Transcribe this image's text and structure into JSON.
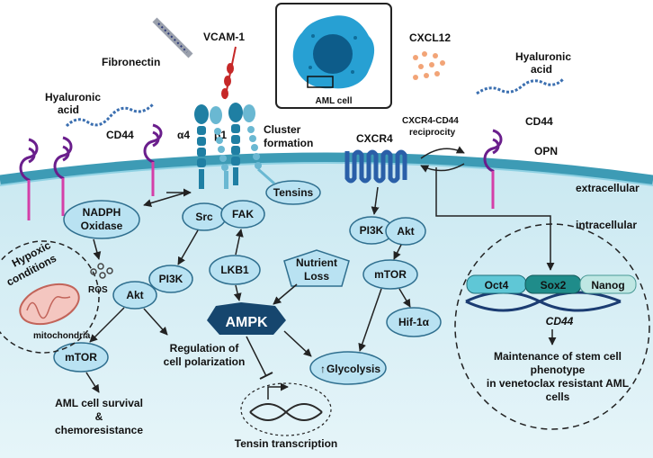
{
  "cell_inset": {
    "label": "AML cell"
  },
  "extracellular": {
    "fibronectin": "Fibronectin",
    "vcam1": "VCAM-1",
    "cxcl12": "CXCL12",
    "hyaluronic_left_1": "Hyaluronic",
    "hyaluronic_left_2": "acid",
    "hyaluronic_right_1": "Hyaluronic",
    "hyaluronic_right_2": "acid",
    "cd44_left": "CD44",
    "cd44_right": "CD44",
    "alpha4": "α4",
    "beta1": "β1",
    "cluster_1": "Cluster",
    "cluster_2": "formation",
    "cxcr4": "CXCR4",
    "reciprocity_1": "CXCR4-CD44",
    "reciprocity_2": "reciprocity",
    "opn": "OPN",
    "region_extracellular": "extracellular"
  },
  "intracellular": {
    "region_intracellular": "intracellular",
    "tensins": "Tensins",
    "nadph_1": "NADPH",
    "nadph_2": "Oxidase",
    "src": "Src",
    "fak": "FAK",
    "pi3k_left": "PI3K",
    "akt_left": "Akt",
    "mtor_left": "mTOR",
    "lkb1": "LKB1",
    "nutrient_1": "Nutrient",
    "nutrient_2": "Loss",
    "ampk": "AMPK",
    "pi3k_right": "PI3K",
    "akt_right": "Akt",
    "mtor_right": "mTOR",
    "hif": "Hif-1α",
    "glycolysis": "Glycolysis",
    "glycolysis_arrow": "↑",
    "hypoxic_1": "Hypoxic",
    "hypoxic_2": "conditions",
    "ros": "ROS",
    "mitochondria": "mitochondria",
    "regulation_1": "Regulation of",
    "regulation_2": "cell polarization",
    "survival_1": "AML cell survival",
    "survival_2": "&",
    "survival_3": "chemoresistance",
    "tensin_transcription": "Tensin transcription",
    "oct4": "Oct4",
    "sox2": "Sox2",
    "nanog": "Nanog",
    "cd44_gene": "CD44",
    "stem_1": "Maintenance of stem cell",
    "stem_2": "phenotype",
    "stem_3": "in venetoclax resistant AML",
    "stem_4": "cells"
  },
  "colors": {
    "membrane": "#3d9bb5",
    "cytoplasm": "#d7eef4",
    "node_fill": "#b9e2f2",
    "node_stroke": "#2f6f8f",
    "ampk_fill": "#16466e",
    "integrin": "#3da0bf",
    "cd44_purple": "#6a1e8c",
    "vcam_red": "#c62828",
    "oct4_fill": "#5fc7d6",
    "sox2_fill": "#1f8c8a",
    "nanog_fill": "#bfe7e3"
  }
}
